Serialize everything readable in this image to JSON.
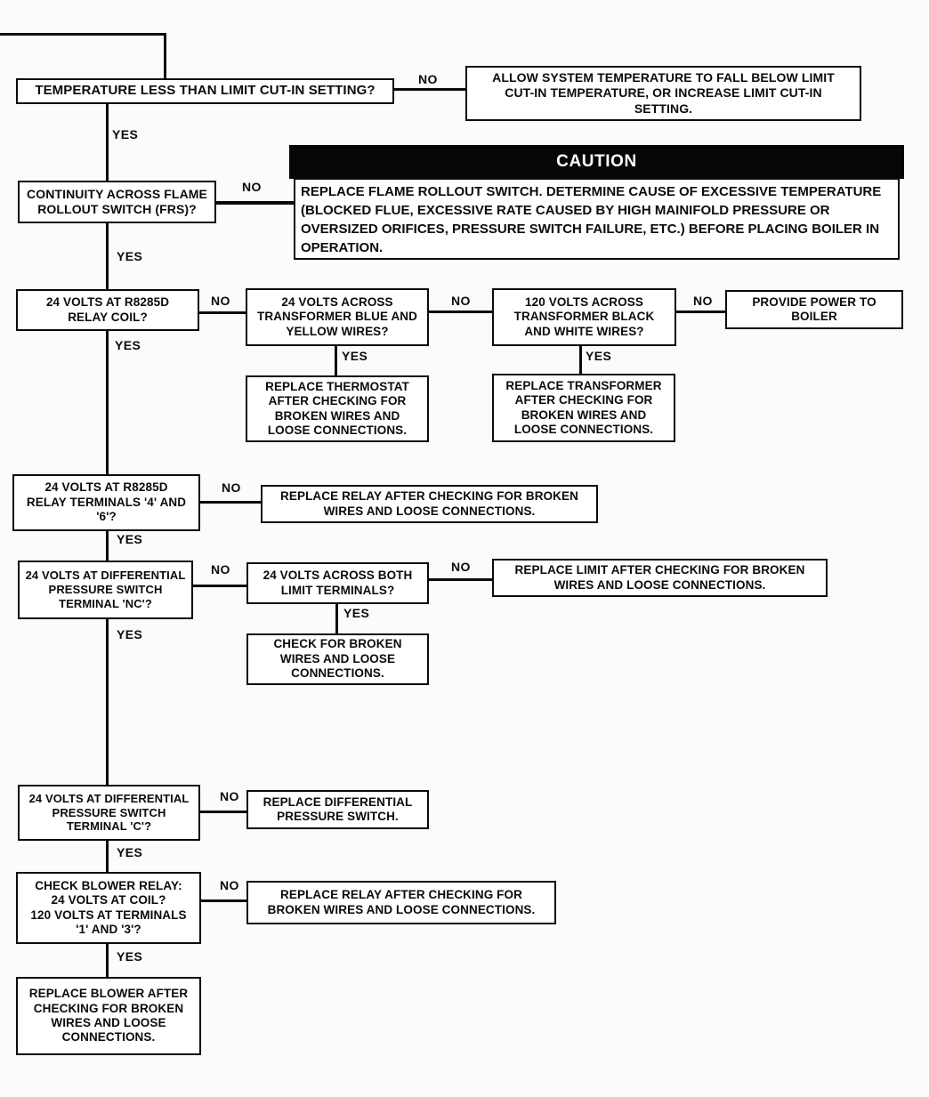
{
  "labels": {
    "yes": "YES",
    "no": "NO"
  },
  "caution": {
    "header": "CAUTION",
    "body": "REPLACE FLAME ROLLOUT SWITCH. DETERMINE CAUSE OF EXCESSIVE TEMPERATURE\n(BLOCKED FLUE, EXCESSIVE RATE CAUSED BY HIGH MAINIFOLD PRESSURE OR\nOVERSIZED ORIFICES, PRESSURE SWITCH FAILURE, ETC.) BEFORE PLACING BOILER IN\nOPERATION."
  },
  "nodes": {
    "q_temp": "TEMPERATURE LESS THAN LIMIT CUT-IN SETTING?",
    "allow_temp": "ALLOW SYSTEM TEMPERATURE TO FALL BELOW LIMIT\nCUT-IN TEMPERATURE, OR INCREASE LIMIT CUT-IN\nSETTING.",
    "q_frs": "CONTINUITY ACROSS FLAME\nROLLOUT SWITCH (FRS)?",
    "q_relay_coil": "24 VOLTS AT R8285D\nRELAY COIL?",
    "q_xfmr_blue_yellow": "24 VOLTS ACROSS\nTRANSFORMER BLUE AND\nYELLOW WIRES?",
    "q_xfmr_black_white": "120 VOLTS ACROSS\nTRANSFORMER BLACK\nAND WHITE WIRES?",
    "provide_power": "PROVIDE POWER TO\nBOILER",
    "replace_thermostat": "REPLACE THERMOSTAT\nAFTER CHECKING FOR\nBROKEN WIRES AND\nLOOSE CONNECTIONS.",
    "replace_transformer": "REPLACE TRANSFORMER\nAFTER CHECKING FOR\nBROKEN WIRES AND\nLOOSE CONNECTIONS.",
    "q_relay_terminals_4_6": "24 VOLTS AT R8285D\nRELAY TERMINALS '4' AND\n'6'?",
    "replace_relay_1": "REPLACE RELAY AFTER CHECKING FOR BROKEN\nWIRES AND LOOSE CONNECTIONS.",
    "q_dps_nc": "24 VOLTS AT DIFFERENTIAL\nPRESSURE SWITCH\nTERMINAL 'NC'?",
    "q_limit_terminals": "24 VOLTS ACROSS BOTH\nLIMIT TERMINALS?",
    "replace_limit": "REPLACE LIMIT AFTER CHECKING FOR BROKEN\nWIRES AND LOOSE CONNECTIONS.",
    "check_broken_wires": "CHECK FOR BROKEN\nWIRES AND LOOSE\nCONNECTIONS.",
    "q_dps_c": "24 VOLTS AT DIFFERENTIAL\nPRESSURE SWITCH\nTERMINAL 'C'?",
    "replace_dps": "REPLACE DIFFERENTIAL\nPRESSURE SWITCH.",
    "q_blower_relay": "CHECK BLOWER RELAY:\n24 VOLTS AT COIL?\n120 VOLTS AT TERMINALS\n'1' AND '3'?",
    "replace_blower_relay": "REPLACE RELAY AFTER CHECKING FOR\nBROKEN WIRES AND LOOSE CONNECTIONS.",
    "replace_blower": "REPLACE BLOWER AFTER\nCHECKING FOR BROKEN\nWIRES AND LOOSE\nCONNECTIONS."
  },
  "colors": {
    "line": "#0b0b0b",
    "box_border": "#0b0b0b",
    "box_bg": "#ffffff",
    "caution_bg": "#060606",
    "caution_fg": "#ffffff",
    "page_bg": "#fbfbfa"
  }
}
